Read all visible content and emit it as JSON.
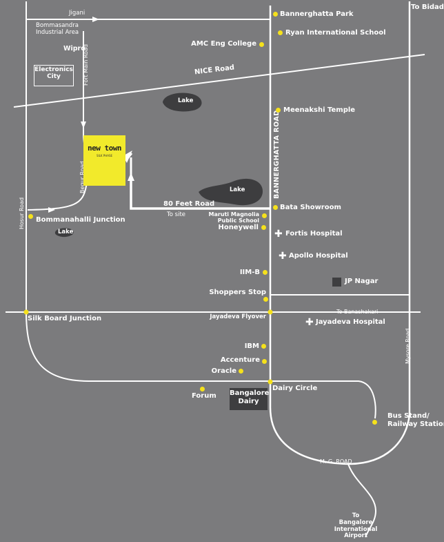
{
  "roads": {
    "jigani": "Jigani",
    "nice_road": "NICE Road",
    "hosur_road": "Hosur Road",
    "begur_road": "Begur Road",
    "fort_main_road": "Fort Main Road",
    "bannerghatta_road": "BANNERGHATTA ROAD",
    "feet_road": "80 Feet Road",
    "to_site": "To site",
    "mysore_road": "Mysore Road",
    "mg_road": "M. G. ROAD",
    "to_banashakari": "To Banashakari",
    "to_bidadi": "To Bidadi",
    "to_airport": "To\nBangalore\nInternational\nAirport"
  },
  "areas": {
    "bommasandra": "Bommasandra\nIndustrial Area",
    "wipro": "Wipro",
    "electronics_city": "Electronics\nCity",
    "lake": "Lake",
    "jp_nagar": "JP Nagar",
    "bangalore_dairy": "Bangalore\nDairy"
  },
  "site": {
    "title": "new town",
    "tagline": "SILK PHASE"
  },
  "landmarks": {
    "bannerghatta_park": "Bannerghatta Park",
    "ryan_school": "Ryan International School",
    "amc_college": "AMC Eng College",
    "meenakshi_temple": "Meenakshi Temple",
    "bata_showroom": "Bata Showroom",
    "maruti_magnolia": "Maruti Magnolia\nPublic School",
    "honeywell": "Honeywell",
    "fortis_hospital": "Fortis Hospital",
    "apollo_hospital": "Apollo Hospital",
    "iim_b": "IIM-B",
    "shoppers_stop": "Shoppers Stop",
    "silk_board": "Silk Board Junction",
    "jayadeva_flyover": "Jayadeva Flyover",
    "jayadeva_hospital": "Jayadeva Hospital",
    "bommanahalli": "Bommanahalli Junction",
    "ibm": "IBM",
    "accenture": "Accenture",
    "oracle": "Oracle",
    "forum": "Forum",
    "dairy_circle": "Dairy Circle",
    "bus_stand": "Bus Stand/\nRailway Station"
  },
  "colors": {
    "background": "#7b7b7d",
    "road": "#ffffff",
    "marker": "#f5e11c",
    "site": "#f2ea2b",
    "area_box": "#3e3e40",
    "lake": "#3d3d3f"
  }
}
